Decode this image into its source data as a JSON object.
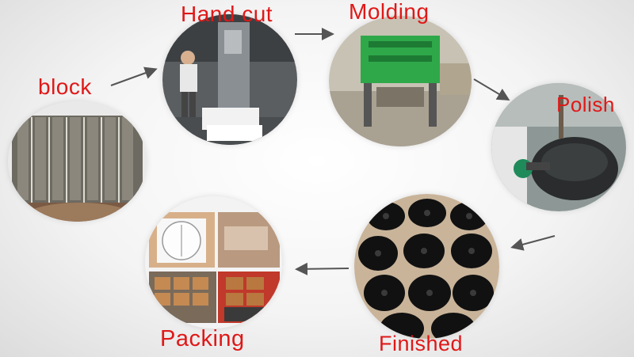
{
  "steps": {
    "block": {
      "label": "block"
    },
    "hand_cut": {
      "label": "Hand cut"
    },
    "molding": {
      "label": "Molding"
    },
    "polish": {
      "label": "Polish"
    },
    "finished": {
      "label": "Finished"
    },
    "packing": {
      "label": "Packing"
    }
  },
  "colors": {
    "label": "#e01818",
    "arrow": "#555555"
  }
}
